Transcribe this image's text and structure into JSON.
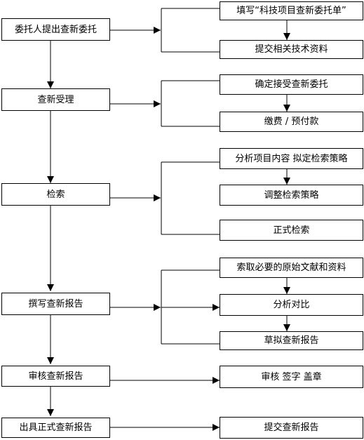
{
  "flowchart": {
    "main_steps": [
      "委托人提出查新委托",
      "查新受理",
      "检索",
      "撰写查新报告",
      "审核查新报告",
      "出具正式查新报告"
    ],
    "side_steps": [
      [
        "填写“科技项目查新委托单”",
        "提交相关技术资料"
      ],
      [
        "确定接受查新委托",
        "缴费 / 预付款"
      ],
      [
        "分析项目内容  拟定检索策略",
        "调整检索策略",
        "正式检索"
      ],
      [
        "索取必要的原始文献和资料",
        "分析对比",
        "草拟查新报告"
      ],
      [
        "审核  签字  盖章"
      ],
      [
        "提交查新报告"
      ]
    ]
  },
  "colors": {
    "line": "#000000",
    "box_border": "#000000",
    "box_fill": "#ffffff"
  }
}
